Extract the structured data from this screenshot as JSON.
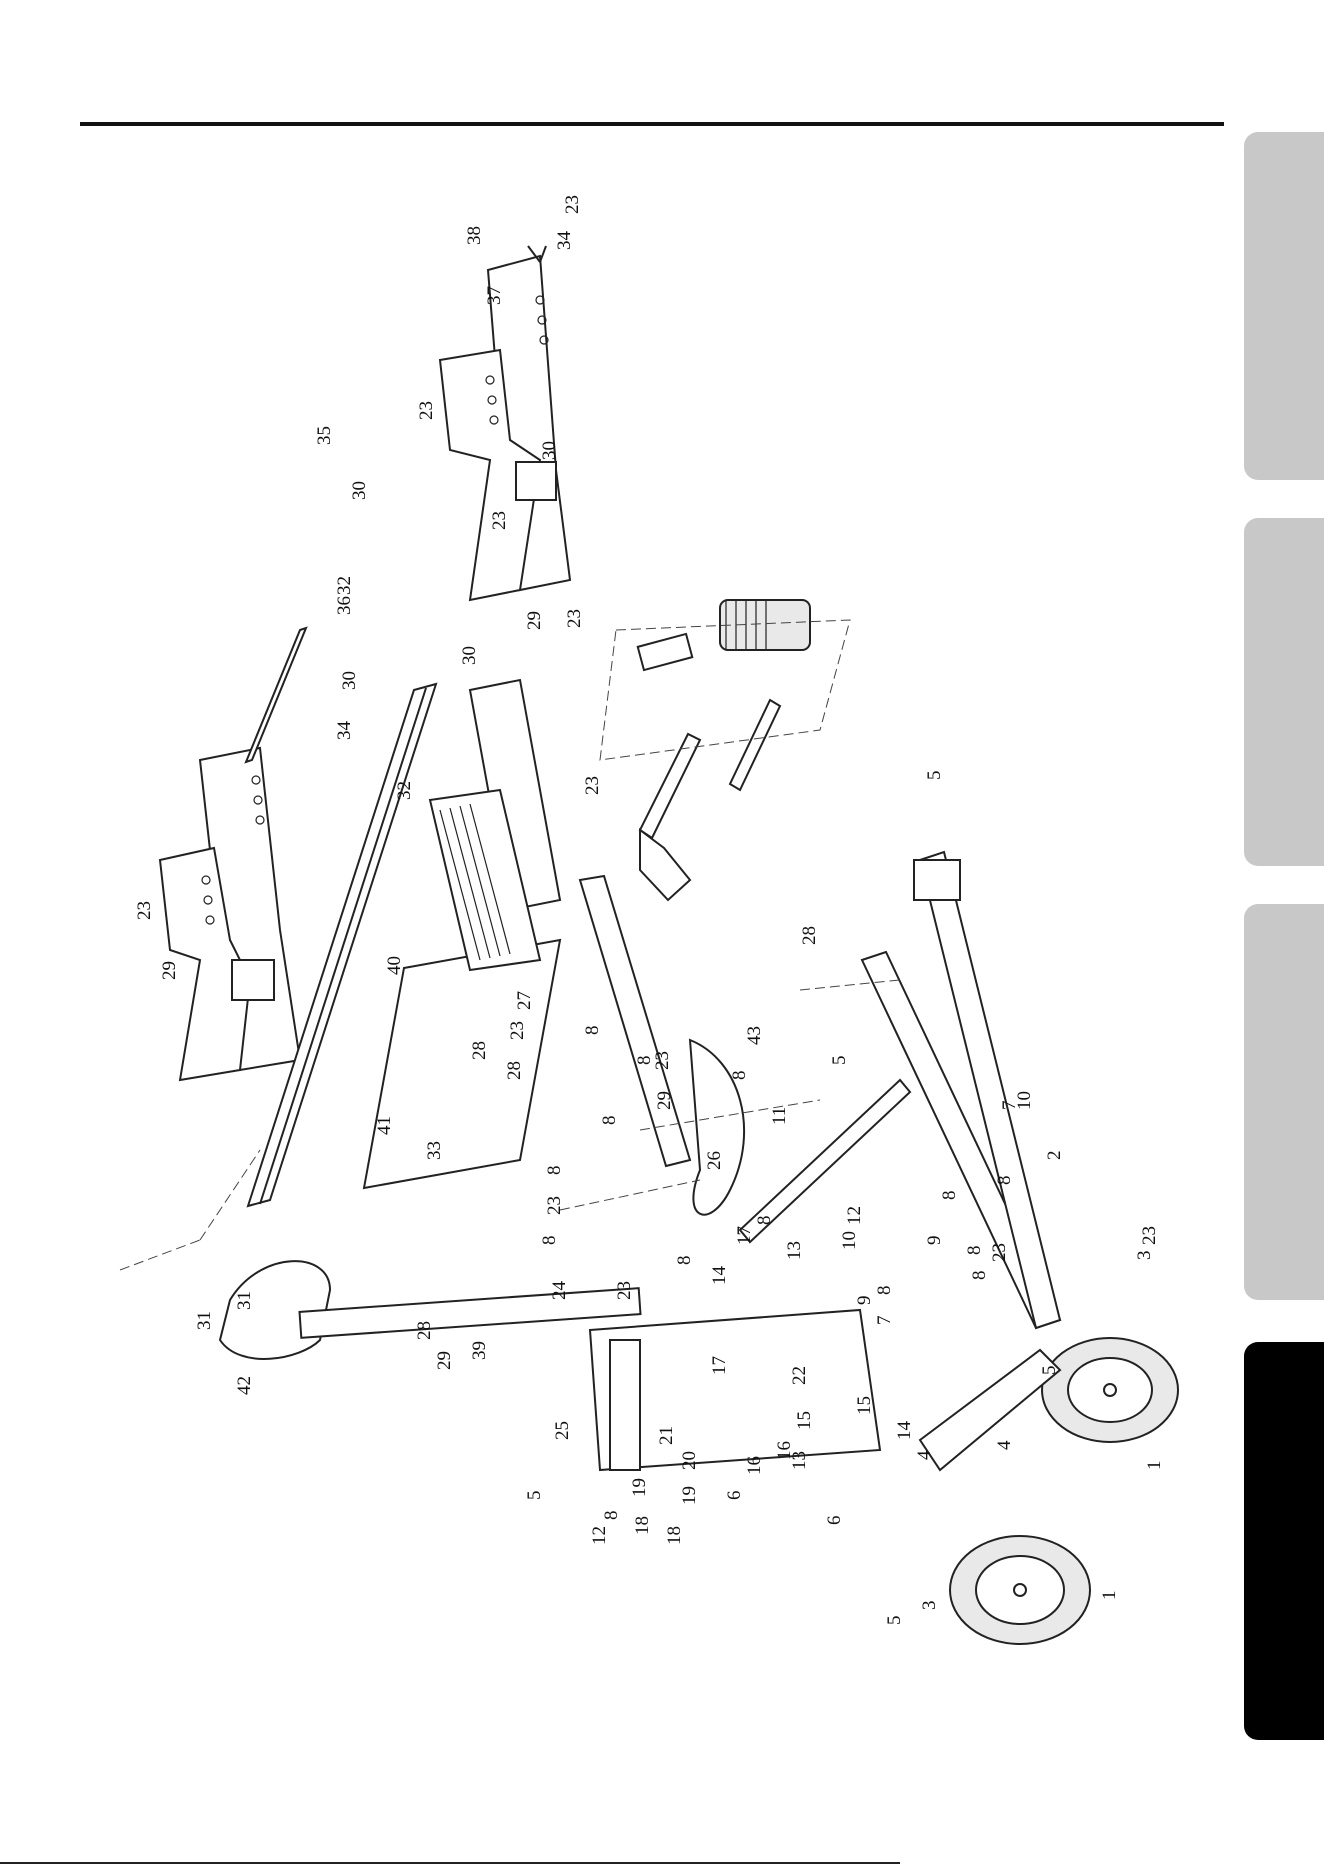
{
  "colors": {
    "ink": "#111111",
    "tab_inactive": "#c8c8c8",
    "tab_active": "#000000"
  },
  "side_tabs": [
    {
      "state": "inactive"
    },
    {
      "state": "inactive"
    },
    {
      "state": "inactive"
    },
    {
      "state": "active"
    }
  ],
  "callouts": [
    "1",
    "1",
    "2",
    "3",
    "3",
    "4",
    "4",
    "5",
    "5",
    "5",
    "5",
    "5",
    "6",
    "6",
    "7",
    "7",
    "8",
    "8",
    "8",
    "8",
    "8",
    "8",
    "8",
    "8",
    "8",
    "8",
    "8",
    "8",
    "8",
    "8",
    "9",
    "9",
    "10",
    "10",
    "11",
    "12",
    "12",
    "13",
    "13",
    "14",
    "14",
    "15",
    "15",
    "16",
    "16",
    "17",
    "17",
    "18",
    "18",
    "19",
    "19",
    "20",
    "21",
    "22",
    "23",
    "23",
    "23",
    "23",
    "23",
    "23",
    "23",
    "23",
    "23",
    "23",
    "23",
    "23",
    "24",
    "25",
    "26",
    "27",
    "28",
    "28",
    "28",
    "28",
    "29",
    "29",
    "29",
    "29",
    "30",
    "30",
    "30",
    "30",
    "31",
    "31",
    "32",
    "32",
    "33",
    "34",
    "34",
    "35",
    "36",
    "37",
    "38",
    "39",
    "40",
    "41",
    "42",
    "43"
  ]
}
